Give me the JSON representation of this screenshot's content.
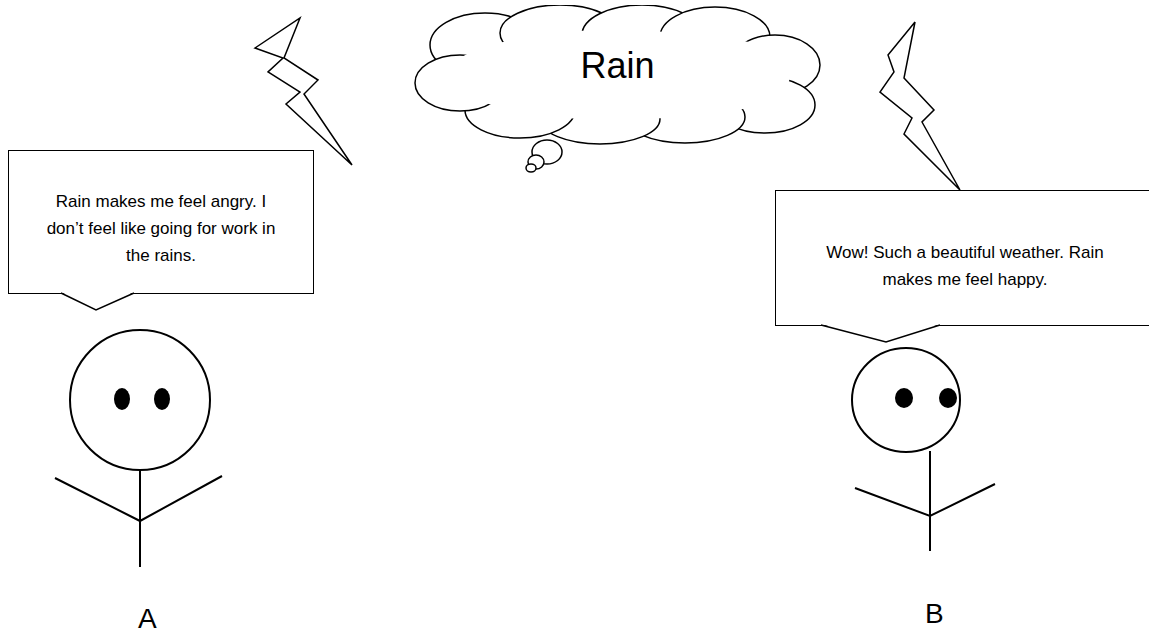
{
  "diagram": {
    "nodes": [
      {
        "text": [
          "Rain"
        ]
      },
      {
        "text": [
          "Rain makes me feel angry. I don’t feel like going for work in the rains."
        ]
      },
      {
        "text": [
          "Wow! Such a beautiful weather. Rain makes me feel happy."
        ]
      }
    ],
    "labels": [
      "A",
      "B"
    ]
  }
}
